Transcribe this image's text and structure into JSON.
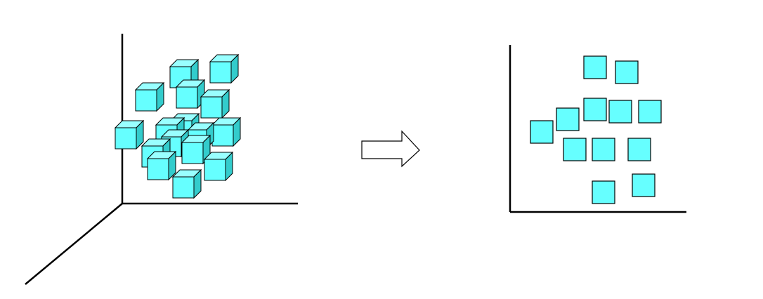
{
  "colors": {
    "cube_front": "#66ffff",
    "cube_top": "#99ffff",
    "cube_side": "#33cccc",
    "square_fill": "#66ffff",
    "stroke": "#000000",
    "background": "#ffffff"
  },
  "diagram": {
    "left_panel": {
      "kind": "3d-axes",
      "item": "cube",
      "item_count": 16
    },
    "arrow": {
      "icon": "right-arrow-icon",
      "direction": "right"
    },
    "right_panel": {
      "kind": "2d-axes",
      "item": "square",
      "item_count": 12
    }
  }
}
